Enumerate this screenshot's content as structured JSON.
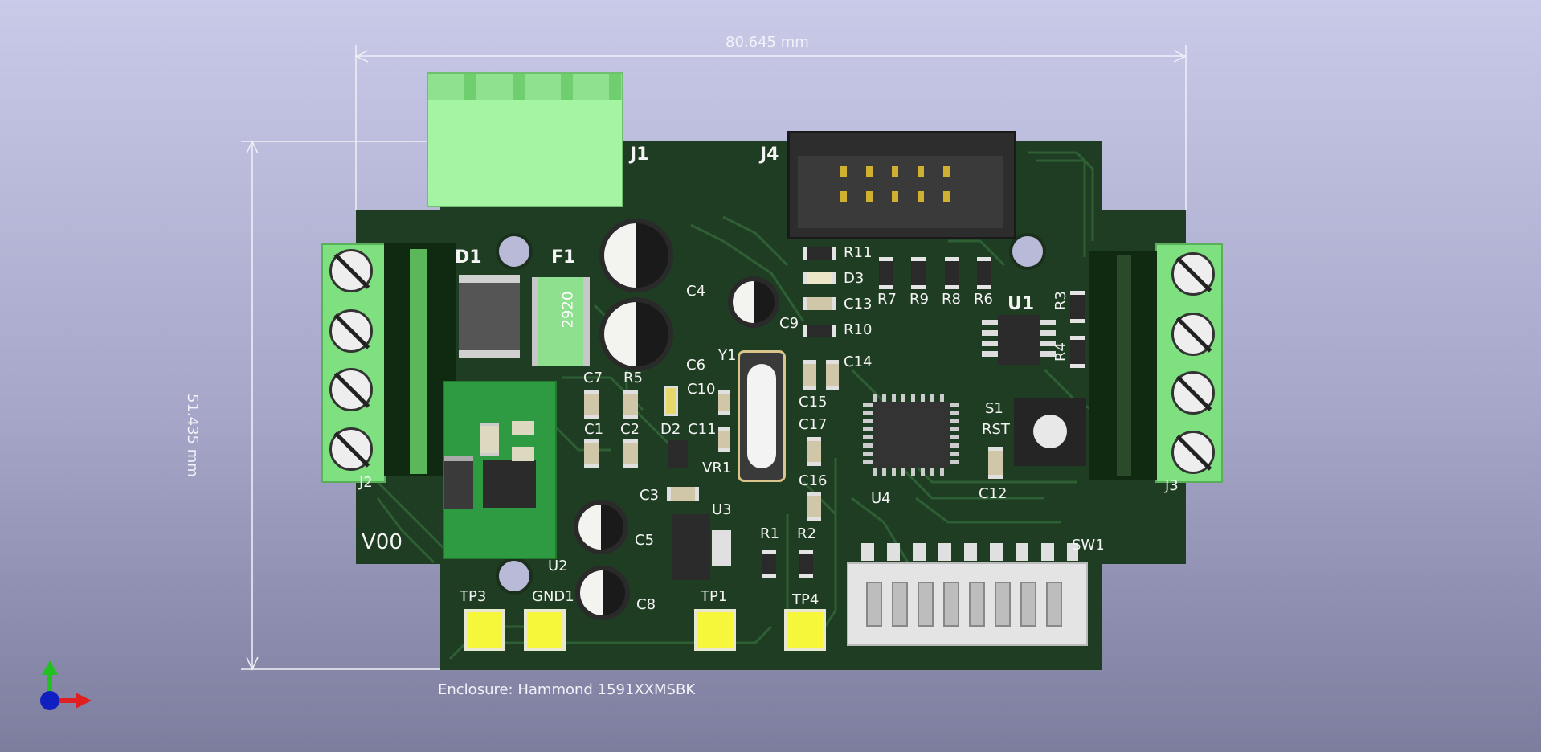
{
  "dimensions": {
    "width_label": "80.645 mm",
    "height_label": "51.435 mm"
  },
  "footer": {
    "enclosure": "Enclosure: Hammond 1591XXMSBK"
  },
  "board": {
    "version": "V00",
    "labels": {
      "J1": "J1",
      "J2": "J2",
      "J3": "J3",
      "J4": "J4",
      "D1": "D1",
      "F1": "F1",
      "fuse_code": "2920",
      "C4": "C4",
      "C6": "C6",
      "C9": "C9",
      "R11": "R11",
      "D3": "D3",
      "C13": "C13",
      "R10": "R10",
      "C14": "C14",
      "R7": "R7",
      "R9": "R9",
      "R8": "R8",
      "R6": "R6",
      "U1": "U1",
      "R3": "R3",
      "R4": "R4",
      "Y1": "Y1",
      "C7": "C7",
      "R5": "R5",
      "C10": "C10",
      "C15": "C15",
      "C1": "C1",
      "C2": "C2",
      "D2": "D2",
      "C11": "C11",
      "C17": "C17",
      "S1": "S1",
      "RST": "RST",
      "VR1": "VR1",
      "C16": "C16",
      "U4": "U4",
      "C12": "C12",
      "C3": "C3",
      "U3": "U3",
      "C5": "C5",
      "R1": "R1",
      "R2": "R2",
      "SW1": "SW1",
      "U2": "U2",
      "C8": "C8",
      "TP3": "TP3",
      "GND1": "GND1",
      "TP1": "TP1",
      "TP4": "TP4"
    }
  },
  "axes": {
    "y_color": "#22c022",
    "x_color": "#e02020",
    "z_color": "#1020c0"
  },
  "colors": {
    "pcb": "#1f3d22",
    "terminal": "#7ee07e",
    "testpoint": "#f6f63a"
  }
}
